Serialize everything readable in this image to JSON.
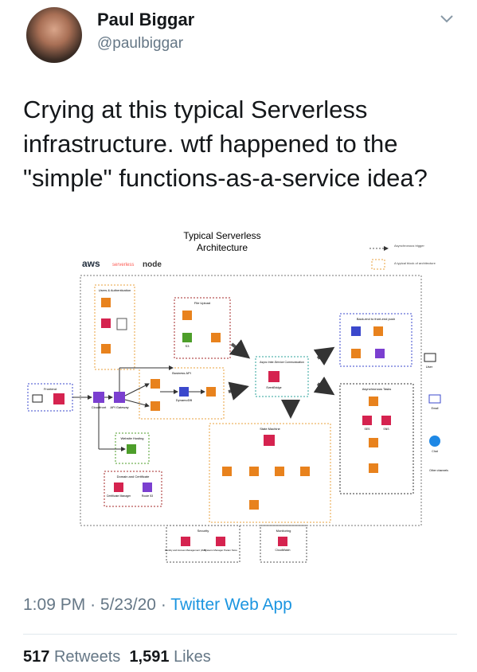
{
  "user": {
    "display_name": "Paul Biggar",
    "handle": "@paulbiggar"
  },
  "tweet": {
    "text": "Crying at this typical Serverless infrastructure. wtf happened to the \"simple\" functions-as-a-service idea?"
  },
  "diagram": {
    "title_line1": "Typical Serverless",
    "title_line2": "Architecture",
    "logo_aws": "aws",
    "logo_serverless": "serverless",
    "logo_node": "node",
    "legend_async": "Asynchronous trigger",
    "legend_block": "A typical block of architecture",
    "labels": {
      "frontend": "Frontend",
      "users_auth": "Users & Authentication",
      "file_upload": "File Upload",
      "business_api": "Business API",
      "website_hosting": "Website Hosting",
      "domain_cert": "Domain and Certificate",
      "async_comm": "Async Inter-Service Communication",
      "backend_push": "Back-end to front-end push",
      "async_tasks": "Asynchronous Tasks",
      "state_machine": "State Machine",
      "security": "Security",
      "monitoring": "Monitoring",
      "user": "User",
      "cloudfront": "Cloudfront",
      "api_gateway": "API Gateway",
      "dynamodb": "DynamoDB",
      "s3": "S3",
      "eventbridge": "EventBridge",
      "route53": "Route 53",
      "cert_manager": "Certificate Manager",
      "iam": "Identity and Access Management (IAM)",
      "ssm": "Systems Manager Param Store",
      "cloudwatch": "CloudWatch",
      "email": "Email",
      "chat": "Chat",
      "other_channels": "Other channels",
      "ses": "SES",
      "sns": "SNS"
    },
    "colors": {
      "lambda": "#e8821d",
      "purple": "#7b3fd0",
      "red": "#d5234f",
      "green": "#4d9e2a",
      "blue": "#3b48cc"
    }
  },
  "meta": {
    "time": "1:09 PM",
    "date": "5/23/20",
    "sep": "·",
    "app": "Twitter Web App"
  },
  "stats": {
    "retweets_count": "517",
    "retweets_label": "Retweets",
    "likes_count": "1,591",
    "likes_label": "Likes"
  }
}
